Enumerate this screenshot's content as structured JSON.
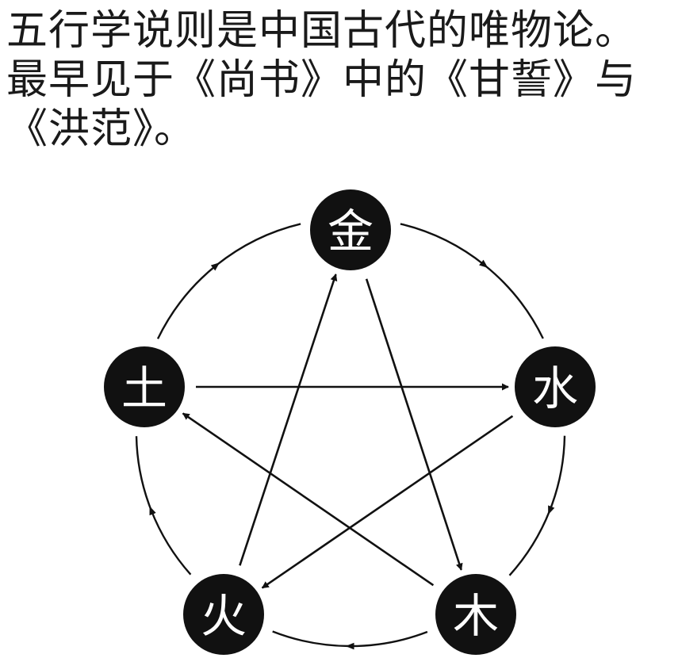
{
  "text": {
    "line1": "五行学说则是中国古代的唯物论。",
    "line2": "最早见于《尚书》中的《甘誓》与",
    "line3": "《洪范》。"
  },
  "elements": [
    {
      "id": "metal",
      "label": "金"
    },
    {
      "id": "water",
      "label": "水"
    },
    {
      "id": "wood",
      "label": "木"
    },
    {
      "id": "fire",
      "label": "火"
    },
    {
      "id": "earth",
      "label": "土"
    }
  ],
  "generating_cycle": [
    [
      "metal",
      "water"
    ],
    [
      "water",
      "wood"
    ],
    [
      "wood",
      "fire"
    ],
    [
      "fire",
      "earth"
    ],
    [
      "earth",
      "metal"
    ]
  ],
  "controlling_cycle": [
    [
      "metal",
      "wood"
    ],
    [
      "wood",
      "earth"
    ],
    [
      "earth",
      "water"
    ],
    [
      "water",
      "fire"
    ],
    [
      "fire",
      "metal"
    ]
  ],
  "colors": {
    "node_fill": "#111111",
    "node_text": "#ffffff",
    "line": "#111111",
    "text": "#1a1a1a"
  }
}
